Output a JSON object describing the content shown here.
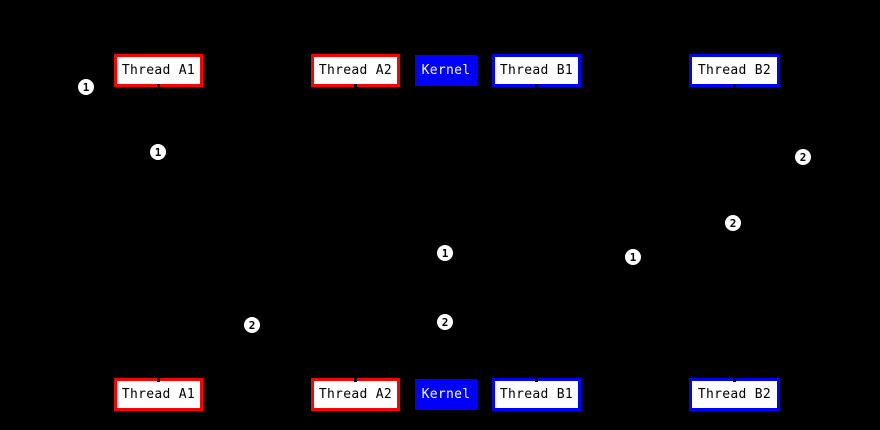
{
  "colors": {
    "background": "#000000",
    "red": "#ff0000",
    "blue": "#0000ff",
    "node_fill": "#ffffff",
    "node_text": "#000000",
    "kernel_text": "#ffffff",
    "marker_fill": "#ffffff",
    "marker_text": "#000000"
  },
  "nodes": {
    "top": [
      {
        "label": "Thread A1",
        "variant": "red-outline"
      },
      {
        "label": "Thread A2",
        "variant": "red-outline"
      },
      {
        "label": "Kernel",
        "variant": "blue-solid"
      },
      {
        "label": "Thread B1",
        "variant": "blue-outline"
      },
      {
        "label": "Thread B2",
        "variant": "blue-outline"
      }
    ],
    "bottom": [
      {
        "label": "Thread A1",
        "variant": "red-outline"
      },
      {
        "label": "Thread A2",
        "variant": "red-outline"
      },
      {
        "label": "Kernel",
        "variant": "blue-solid"
      },
      {
        "label": "Thread B1",
        "variant": "blue-outline"
      },
      {
        "label": "Thread B2",
        "variant": "blue-outline"
      }
    ]
  },
  "markers": [
    {
      "label": "1"
    },
    {
      "label": "1"
    },
    {
      "label": "1"
    },
    {
      "label": "1"
    },
    {
      "label": "2"
    },
    {
      "label": "2"
    },
    {
      "label": "2"
    },
    {
      "label": "2"
    }
  ]
}
